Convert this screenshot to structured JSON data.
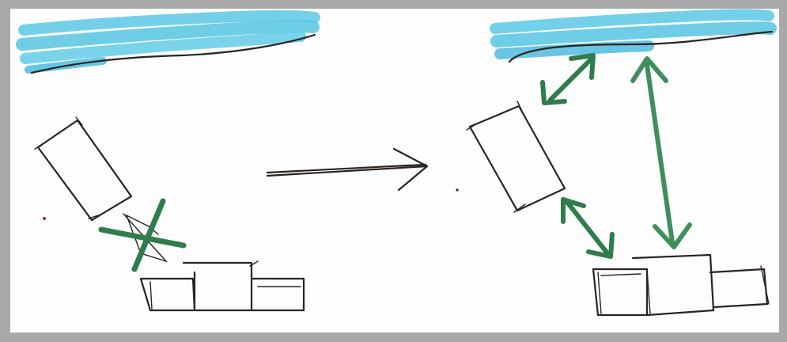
{
  "colors": {
    "background_frame": "#a9a9a9",
    "paper": "#fdfdfd",
    "ink": "#2a2320",
    "water_marker": "#5cc8e4",
    "water_marker_dark": "#3fb4d8",
    "green_marker": "#2e7d4a",
    "green_marker_light": "#4c9a66"
  },
  "diagram": {
    "left_panel": {
      "description_shapes": [
        "water-band",
        "rotated-building",
        "x-cross-mark",
        "building-cluster"
      ]
    },
    "transition": {
      "shape": "right-arrow"
    },
    "right_panel": {
      "description_shapes": [
        "water-band",
        "rotated-building",
        "double-arrow-to-water-diagonal",
        "double-arrow-to-water-vertical",
        "double-arrow-to-cluster",
        "building-cluster"
      ]
    }
  }
}
